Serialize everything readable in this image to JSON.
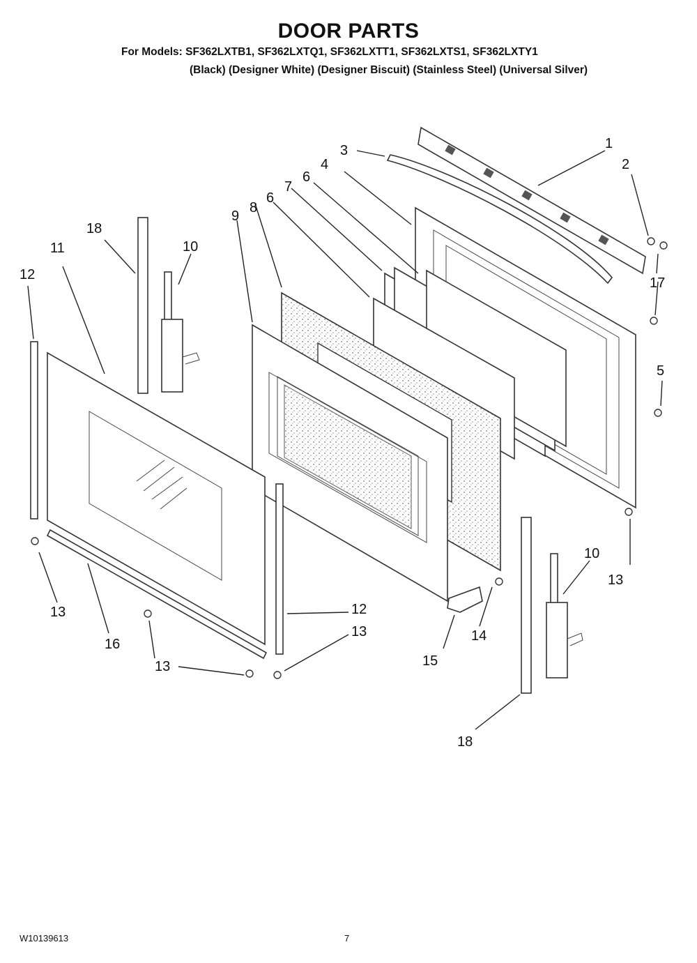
{
  "header": {
    "title": "DOOR PARTS",
    "models": "For Models: SF362LXTB1, SF362LXTQ1, SF362LXTT1, SF362LXTS1, SF362LXTY1",
    "colors": "(Black) (Designer White) (Designer Biscuit) (Stainless Steel) (Universal Silver)"
  },
  "callouts": {
    "c1": "1",
    "c2": "2",
    "c3": "3",
    "c4": "4",
    "c5": "5",
    "c6a": "6",
    "c6b": "6",
    "c7": "7",
    "c8": "8",
    "c9": "9",
    "c10a": "10",
    "c10b": "10",
    "c11": "11",
    "c12a": "12",
    "c12b": "12",
    "c13a": "13",
    "c13b": "13",
    "c13c": "13",
    "c13d": "13",
    "c14": "14",
    "c15": "15",
    "c16": "16",
    "c17": "17",
    "c18a": "18",
    "c18b": "18"
  },
  "footer": {
    "doc_number": "W10139613",
    "page": "7"
  }
}
